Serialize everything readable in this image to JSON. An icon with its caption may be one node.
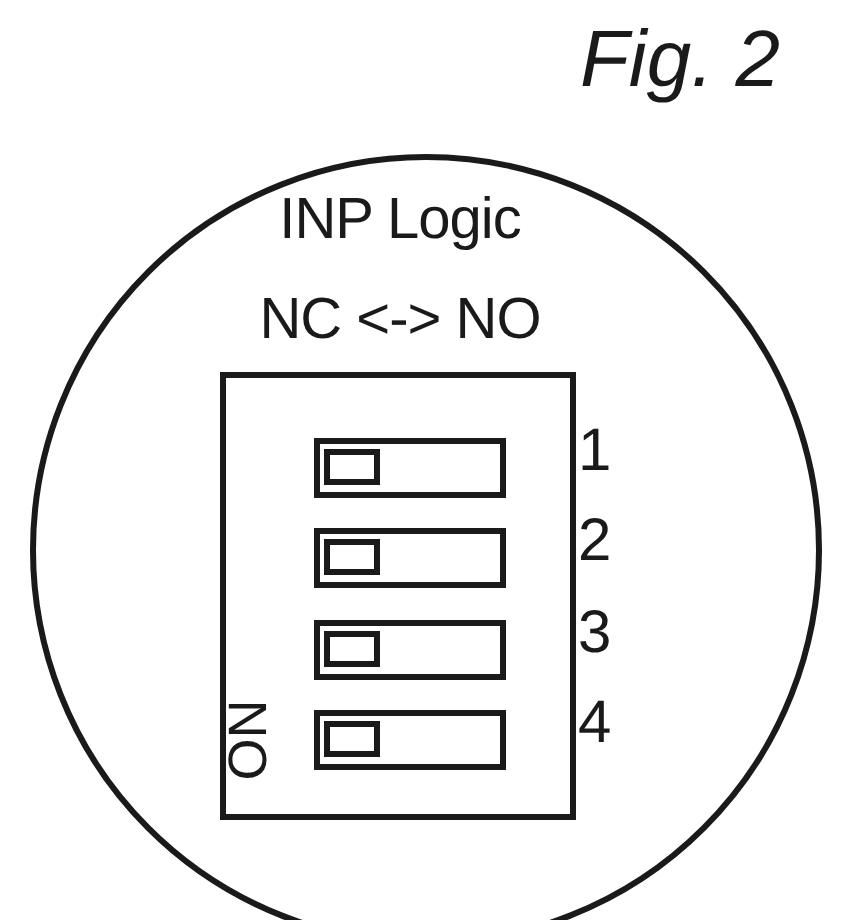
{
  "diagram": {
    "title": "Fig. 2",
    "nodes": [
      {
        "text": [
          "INP Logic",
          "NC <-> NO"
        ]
      },
      {
        "text": [
          "ON"
        ],
        "in": 0
      }
    ],
    "labels": [
      "1",
      "2",
      "3",
      "4"
    ]
  }
}
